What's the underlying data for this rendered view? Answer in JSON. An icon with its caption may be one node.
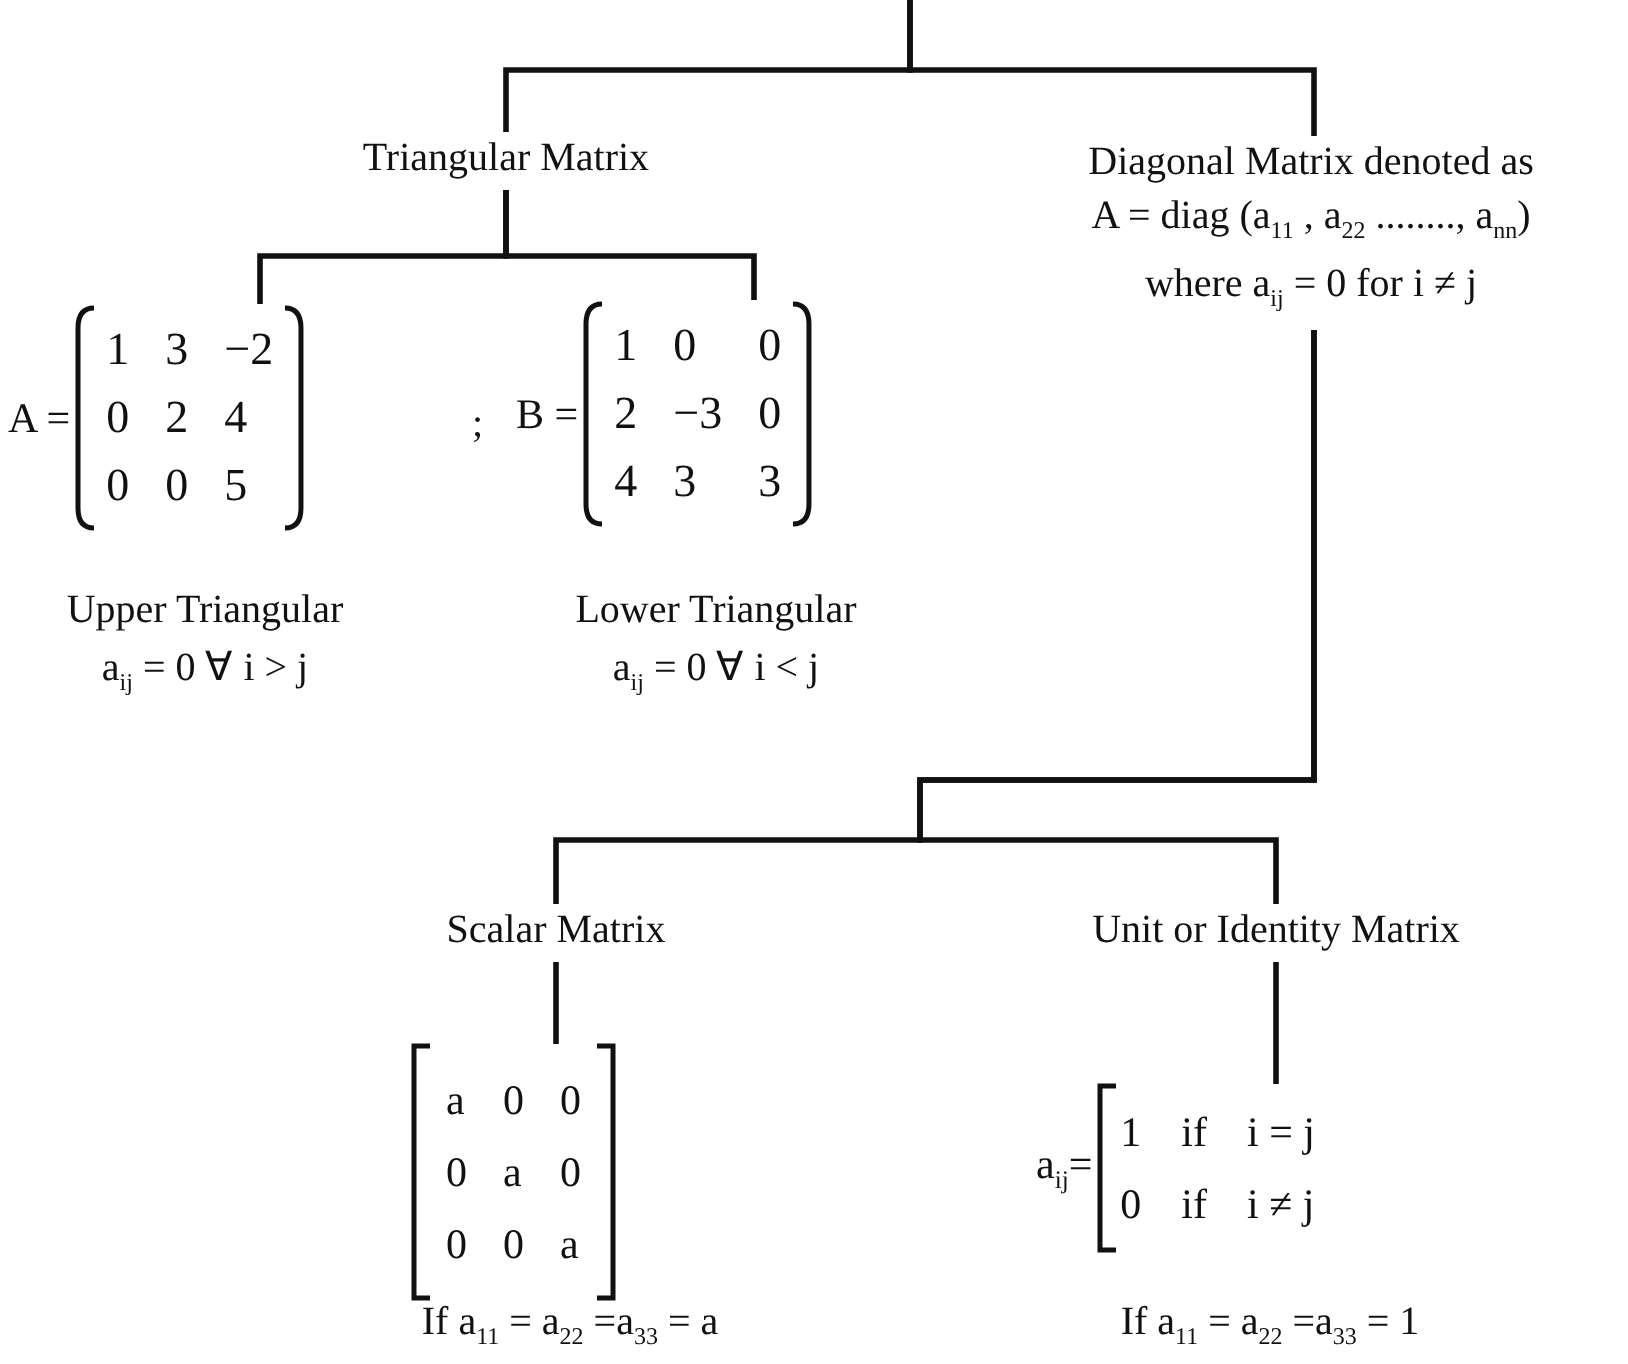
{
  "diagram": {
    "nodes": [
      {
        "text": [
          "Triangular Matrix"
        ]
      },
      {
        "text": [
          "Diagonal Matrix denoted as",
          "A = diag (a$_{11}$ , a$_{22}$ ........, a$_{nn}$)",
          "where a$_{ij}$ = 0 for i ≠ j"
        ]
      },
      {
        "text": [
          "A =",
          "1",
          "3",
          "−2",
          "0",
          "2",
          "4",
          "0",
          "0",
          "5"
        ],
        "beside": [
          "Upper Triangular",
          "a$_{ij}$ = 0 ∀ i > j"
        ]
      },
      {
        "text": [
          "B =",
          "1",
          "0",
          "0",
          "2",
          "−3",
          "0",
          "4",
          "3",
          "3"
        ],
        "beside": [
          "Lower Triangular",
          "a$_{ij}$ = 0 ∀ i < j"
        ]
      },
      {
        "text": [
          "Scalar Matrix"
        ]
      },
      {
        "text": [
          "Unit or Identity Matrix"
        ]
      },
      {
        "text": [
          "a",
          "0",
          "0",
          "0",
          "a",
          "0",
          "0",
          "0",
          "a"
        ],
        "beside": [
          "If a$_{11}$ = a$_{22}$ =a$_{33}$ = a"
        ]
      },
      {
        "text": [
          "a$_{ij}$=",
          "1",
          "if",
          "i = j",
          "0",
          "if",
          "i ≠ j"
        ],
        "beside": [
          "If a$_{11}$ = a$_{22}$ =a$_{33}$ = 1"
        ]
      }
    ],
    "edges": [
      {
        "from": null,
        "to": 0,
        "arrow": "none"
      },
      {
        "from": null,
        "to": 1,
        "arrow": "none"
      },
      {
        "from": 0,
        "to": 2,
        "arrow": "none"
      },
      {
        "from": 0,
        "to": 3,
        "arrow": "none"
      },
      {
        "from": 1,
        "to": 4,
        "arrow": "none"
      },
      {
        "from": 1,
        "to": 5,
        "arrow": "none"
      },
      {
        "from": 4,
        "to": 6,
        "arrow": "none"
      },
      {
        "from": 5,
        "to": 7,
        "arrow": "none"
      }
    ],
    "labels": [
      ";"
    ]
  }
}
